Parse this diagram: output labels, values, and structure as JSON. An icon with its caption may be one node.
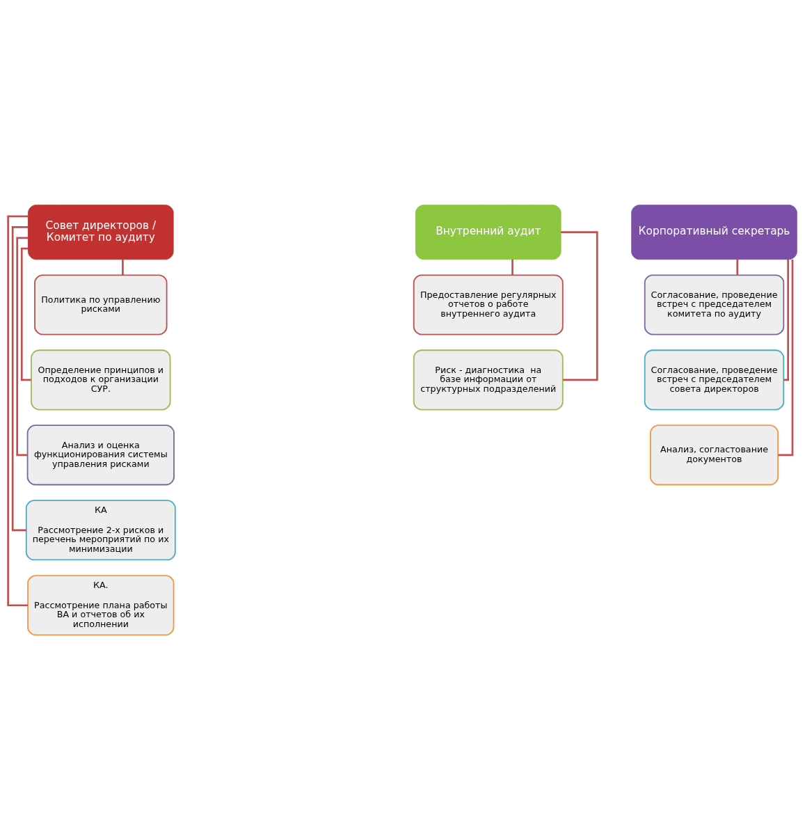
{
  "diagram": {
    "nodes": [
      {
        "text": [
          "Совет директоров / Комитет по аудиту"
        ]
      },
      {
        "text": [
          "Политика по управлению рисками"
        ]
      },
      {
        "text": [
          "Определение принципов и подходов к организации СУР."
        ]
      },
      {
        "text": [
          "Анализ и оценка функционирования системы управления рисками"
        ]
      },
      {
        "text": [
          "КА",
          "Рассмотрение 2-х рисков и перечень мероприятий по их минимизации"
        ]
      },
      {
        "text": [
          "КА.",
          "Рассмотрение плана работы ВА и отчетов об их исполнении"
        ]
      },
      {
        "text": [
          "Внутренний аудит"
        ]
      },
      {
        "text": [
          "Предоставление регулярных отчетов о работе внутреннего аудита"
        ]
      },
      {
        "text": [
          "Риск - диагностика  на базе информации от структурных подразделений"
        ]
      },
      {
        "text": [
          "Корпоративный секретарь"
        ]
      },
      {
        "text": [
          "Согласование, проведение встреч с председателем комитета по аудиту"
        ]
      },
      {
        "text": [
          "Согласование, проведение встреч с председателем совета директоров"
        ]
      },
      {
        "text": [
          "Анализ, согластование документов"
        ]
      }
    ],
    "edges": [
      {
        "from": 0,
        "to": 1,
        "arrow": "none"
      },
      {
        "from": 0,
        "to": 2,
        "arrow": "none"
      },
      {
        "from": 0,
        "to": 3,
        "arrow": "none"
      },
      {
        "from": 0,
        "to": 4,
        "arrow": "none"
      },
      {
        "from": 0,
        "to": 5,
        "arrow": "none"
      },
      {
        "from": 6,
        "to": 7,
        "arrow": "none"
      },
      {
        "from": 6,
        "to": 8,
        "arrow": "none"
      },
      {
        "from": 9,
        "to": 10,
        "arrow": "none"
      },
      {
        "from": 9,
        "to": 11,
        "arrow": "none"
      },
      {
        "from": 9,
        "to": 12,
        "arrow": "none"
      }
    ]
  }
}
